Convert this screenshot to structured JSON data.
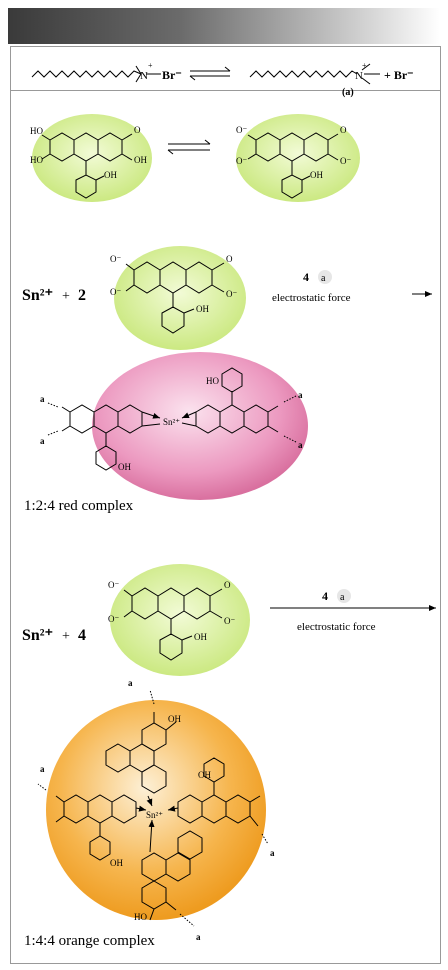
{
  "diagram": {
    "eq1": {
      "left_charge": "+",
      "left_anion": "Br⁻",
      "right_plus_br": "+ Br⁻",
      "right_label": "(a)"
    },
    "ions": {
      "sn_ion": "Sn²⁺",
      "plus": "+",
      "coef_2": "2",
      "coef_4": "4",
      "reagent_coef": "4",
      "reagent_symbol": "a",
      "condition": "electrostatic force"
    },
    "labels": {
      "oh": "OH",
      "ho": "HO",
      "o": "O",
      "o_minus": "O⁻",
      "sn_center": "Sn²⁺",
      "a": "a"
    },
    "complex_red": "1:2:4 red complex",
    "complex_orange": "1:4:4 orange complex",
    "colors": {
      "green_fill": "#d7ef9a",
      "pink_fill": "#e889b4",
      "orange_fill": "#f4a937"
    }
  }
}
